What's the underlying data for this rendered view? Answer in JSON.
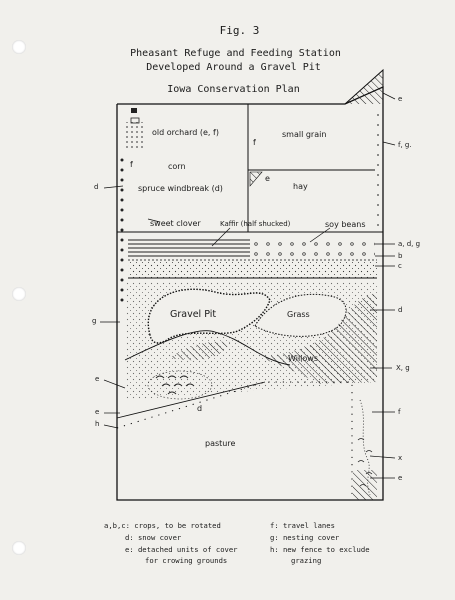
{
  "header": {
    "fig": "Fig. 3",
    "title_line1": "Pheasant Refuge and Feeding Station",
    "title_line2": "Developed Around a Gravel Pit",
    "subtitle": "Iowa Conservation Plan"
  },
  "map_labels": {
    "old_orchard": "old orchard  (e, f)",
    "small_grain": "small grain",
    "corn": "corn",
    "hay": "hay",
    "spruce": "spruce windbreak (d)",
    "sweet_clover": "sweet clover",
    "kaffir": "Kaffir (half shucked)",
    "soy_beans": "soy beans",
    "gravel_pit": "Gravel Pit",
    "grass": "Grass",
    "willows": "Willows",
    "pasture": "pasture",
    "f_small": "f",
    "e_small": "e",
    "f_corn": "f",
    "d_bottom": "d"
  },
  "side_labels": {
    "left_d": "d",
    "left_g": "g",
    "left_e": "e",
    "left_e2": "e",
    "left_h": "h",
    "right_e_top": "e",
    "right_fg": "f, g.",
    "right_adg": "a, d, g",
    "right_b": "b",
    "right_c": "c",
    "right_d": "d",
    "right_xg": "X, g",
    "right_f": "f",
    "right_x": "x",
    "right_e_bottom": "e"
  },
  "legend": {
    "abc": "a,b,c: crops, to be rotated",
    "d": "d:  snow cover",
    "e1": "e:  detached units of cover",
    "e2": "for crowing grounds",
    "f": "f:  travel lanes",
    "g": "g:  nesting cover",
    "h1": "h:  new fence to exclude",
    "h2": "grazing"
  }
}
